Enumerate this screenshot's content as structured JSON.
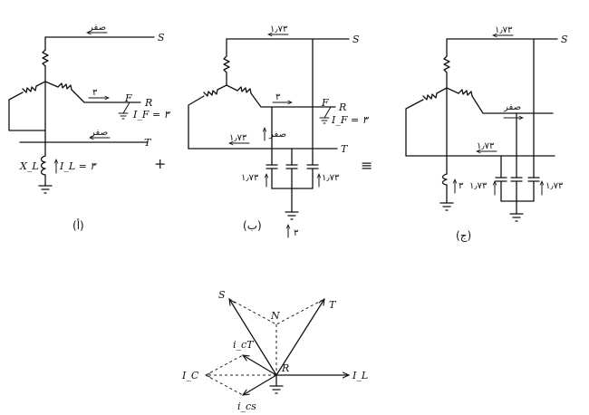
{
  "circuit_a": {
    "phase_s": "S",
    "phase_r": "R",
    "phase_t": "T",
    "flow_s": "صفر",
    "flow_r": "۳",
    "flow_t": "صفر",
    "fault": "F",
    "fault_current": "I_F = ۳",
    "reactor": "X_L",
    "reactor_current": "I_L = ۳",
    "caption": "(أ)"
  },
  "circuit_b": {
    "phase_s": "S",
    "phase_r": "R",
    "phase_t": "T",
    "flow_s": "۱٫۷۳",
    "flow_r": "۳",
    "flow_t": "۱٫۷۳",
    "flow_mid": "صفر",
    "fault": "F",
    "fault_current": "I_F = ۳",
    "cap_left": "۱٫۷۳",
    "cap_right": "۱٫۷۳",
    "ground_current": "۳",
    "caption": "(ب)"
  },
  "circuit_c": {
    "phase_s": "S",
    "flow_s": "۱٫۷۳",
    "flow_r": "صفر",
    "flow_t": "۱٫۷۳",
    "reactor_current": "۳",
    "cap_left": "۱٫۷۳",
    "cap_right": "۱٫۷۳",
    "caption": "(ج)"
  },
  "operators": {
    "plus": "+",
    "equals": "≡"
  },
  "phasor": {
    "s": "S",
    "t": "T",
    "n": "N",
    "r": "R",
    "i_cs": "i_cs",
    "i_ct": "i_cT",
    "i_c": "I_C",
    "i_l": "I_L"
  }
}
